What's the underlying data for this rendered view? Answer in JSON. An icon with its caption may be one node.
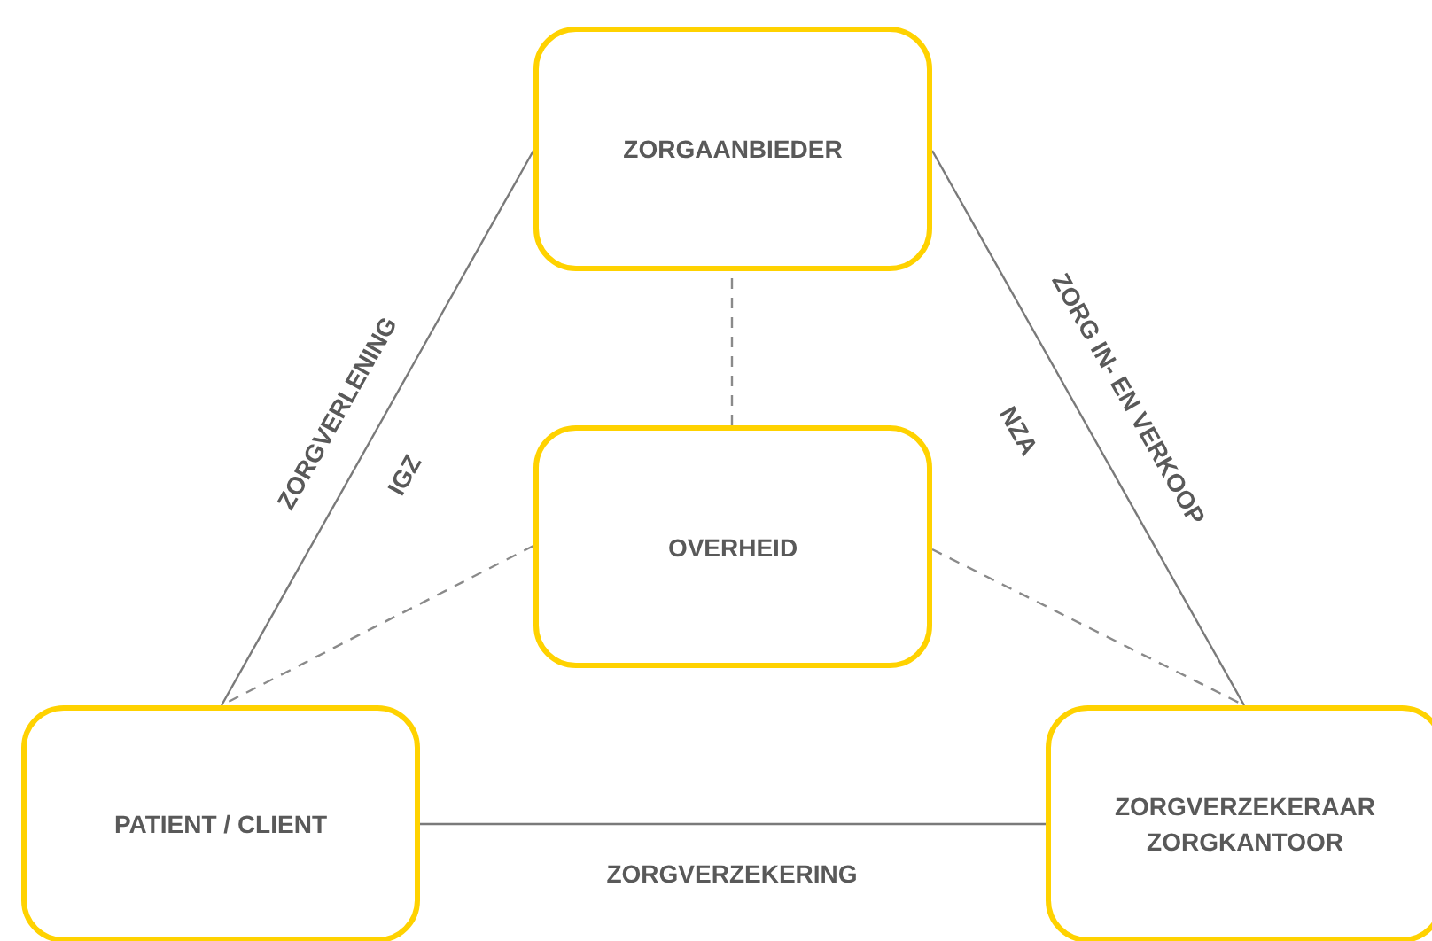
{
  "diagram": {
    "nodes": [
      {
        "text": [
          "ZORGAANBIEDER"
        ]
      },
      {
        "text": [
          "OVERHEID"
        ]
      },
      {
        "text": [
          "PATIENT / CLIENT"
        ]
      },
      {
        "text": [
          "ZORGVERZEKERAAR ZORGKANTOOR"
        ]
      }
    ],
    "edges": [
      {
        "from": 0,
        "to": 2,
        "arrow": "none",
        "label": "ZORGVERLENING"
      },
      {
        "from": 0,
        "to": 3,
        "arrow": "none",
        "label": "ZORG IN- EN VERKOOP"
      },
      {
        "from": 2,
        "to": 3,
        "arrow": "none",
        "label": "ZORGVERZEKERING"
      },
      {
        "from": 1,
        "to": 0,
        "arrow": "none",
        "style": "dashed"
      },
      {
        "from": 1,
        "to": 2,
        "arrow": "none",
        "style": "dashed"
      },
      {
        "from": 1,
        "to": 3,
        "arrow": "none",
        "style": "dashed"
      }
    ],
    "labels": [
      "IGZ",
      "NZA"
    ]
  }
}
